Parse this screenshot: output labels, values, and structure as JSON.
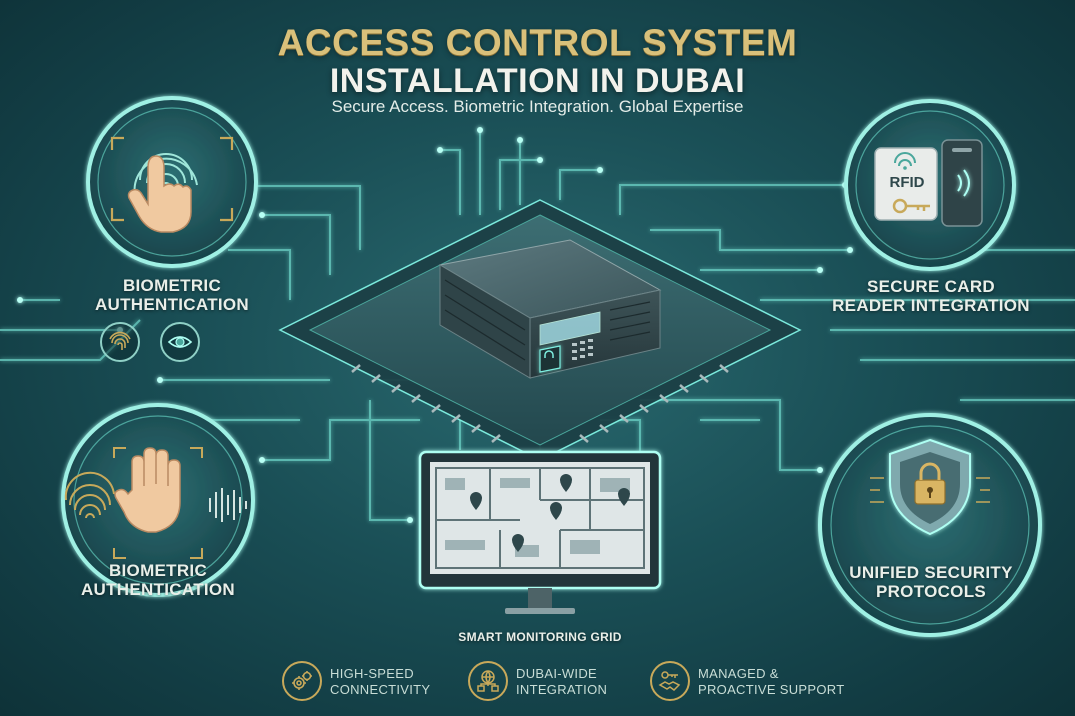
{
  "header": {
    "title_line1": "ACCESS CONTROL SYSTEM",
    "title_line2": "INSTALLATION IN DUBAI",
    "subtitle": "Secure Access. Biometric Integration. Global Expertise"
  },
  "features": {
    "top_left": {
      "line1": "BIOMETRIC",
      "line2": "AUTHENTICATION",
      "icon": "fingerprint-touch-icon"
    },
    "bottom_left": {
      "line1": "BIOMETRIC",
      "line2": "AUTHENTICATION",
      "icon": "palm-scan-icon"
    },
    "top_right": {
      "line1": "SECURE CARD",
      "line2": "READER INTEGRATION",
      "icon": "rfid-card-reader-icon",
      "card_text": "RFID"
    },
    "bottom_right": {
      "line1": "UNIFIED SECURITY",
      "line2": "PROTOCOLS",
      "icon": "shield-lock-icon"
    }
  },
  "center": {
    "server_icon": "server-rack-icon",
    "monitor_label": "SMART MONITORING GRID"
  },
  "footer": [
    {
      "line1": "HIGH-SPEED",
      "line2": "CONNECTIVITY",
      "icon": "gears-icon"
    },
    {
      "line1": "DUBAI-WIDE",
      "line2": "INTEGRATION",
      "icon": "globe-network-icon"
    },
    {
      "line1": "MANAGED &",
      "line2": "PROACTIVE SUPPORT",
      "icon": "handshake-key-icon"
    }
  ],
  "colors": {
    "background": "#1a4f56",
    "gold": "#d9c07a",
    "glow": "#7ff0e2",
    "text": "#e9efe9"
  }
}
